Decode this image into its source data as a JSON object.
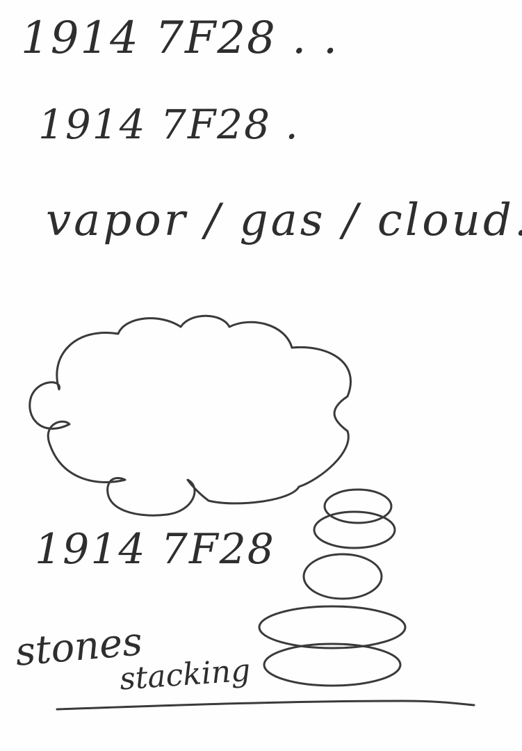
{
  "note": {
    "line1": "1914 7F28 . .",
    "line2": "1914 7F28 .",
    "line3": "vapor / gas / cloud.",
    "line4": "1914 7F28"
  },
  "stones_label": "stones",
  "stacking_label": "stacking",
  "colors": {
    "ink": "#3a3a3a",
    "paper": "#fefefe"
  }
}
